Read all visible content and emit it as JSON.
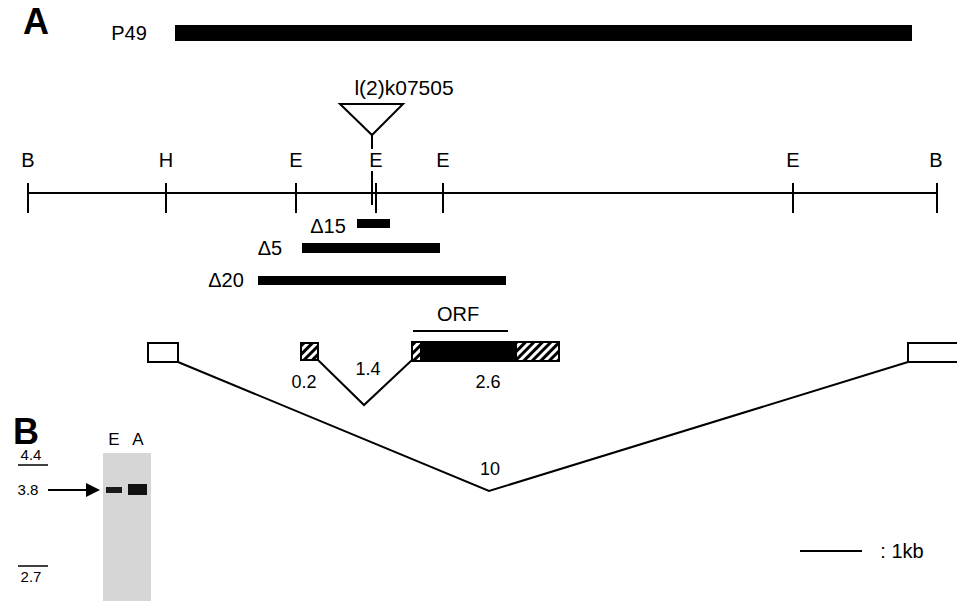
{
  "diagram": {
    "labels": [
      "A",
      "P49",
      "l(2)k07505",
      "B",
      "H",
      "E",
      "E",
      "E",
      "E",
      "B",
      "Δ15",
      "Δ5",
      "Δ20",
      "ORF",
      "0.2",
      "1.4",
      "2.6",
      "10",
      "B",
      "E",
      "A",
      "4.4",
      "3.8",
      "2.7",
      ": 1kb"
    ]
  }
}
